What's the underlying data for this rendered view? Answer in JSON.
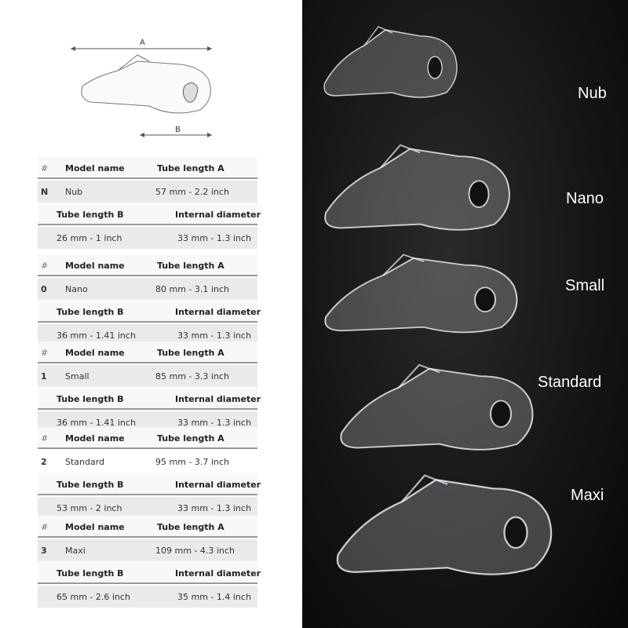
{
  "diagram": {
    "label_a": "A",
    "label_b": "B"
  },
  "headers": {
    "hash": "#",
    "model_name": "Model name",
    "tube_a": "Tube length A",
    "tube_b": "Tube length B",
    "internal_diameter": "Internal diameter"
  },
  "models": [
    {
      "num": "N",
      "name": "Nub",
      "tube_a": "57 mm - 2.2 inch",
      "tube_b": "26 mm - 1 inch",
      "diameter": "33 mm - 1.3 inch"
    },
    {
      "num": "0",
      "name": "Nano",
      "tube_a": "80 mm - 3.1 inch",
      "tube_b": "36 mm - 1.41 inch",
      "diameter": "33 mm - 1.3 inch"
    },
    {
      "num": "1",
      "name": "Small",
      "tube_a": "85 mm - 3.3 inch",
      "tube_b": "36 mm - 1.41 inch",
      "diameter": "33 mm - 1.3 inch"
    },
    {
      "num": "2",
      "name": "Standard",
      "tube_a": "95 mm - 3.7 inch",
      "tube_b": "53 mm - 2 inch",
      "diameter": "33 mm - 1.3 inch"
    },
    {
      "num": "3",
      "name": "Maxi",
      "tube_a": "109 mm - 4.3 inch",
      "tube_b": "65 mm - 2.6 inch",
      "diameter": "35 mm - 1.4 inch"
    }
  ],
  "product_labels": [
    "Nub",
    "Nano",
    "Small",
    "Standard",
    "Maxi"
  ]
}
